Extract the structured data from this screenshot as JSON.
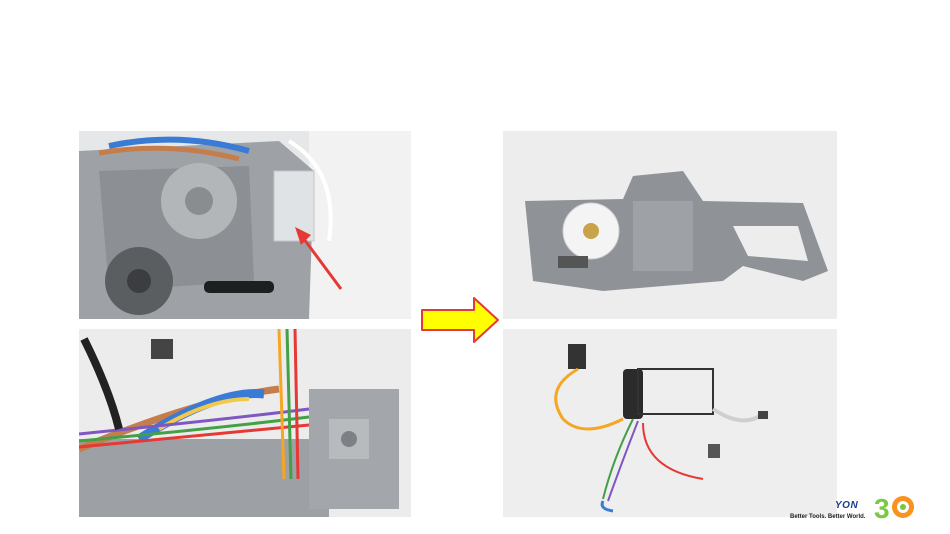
{
  "logo": {
    "brand_fragment": "YON",
    "tagline": "Better Tools. Better World.",
    "badge_number": "30",
    "colors": {
      "brand_blue": "#1a3c8a",
      "badge_green": "#7ac943",
      "badge_orange": "#f7931e"
    }
  },
  "arrow": {
    "fill": "#ffff00",
    "stroke": "#e53935"
  },
  "annotation_arrow_color": "#e53935"
}
